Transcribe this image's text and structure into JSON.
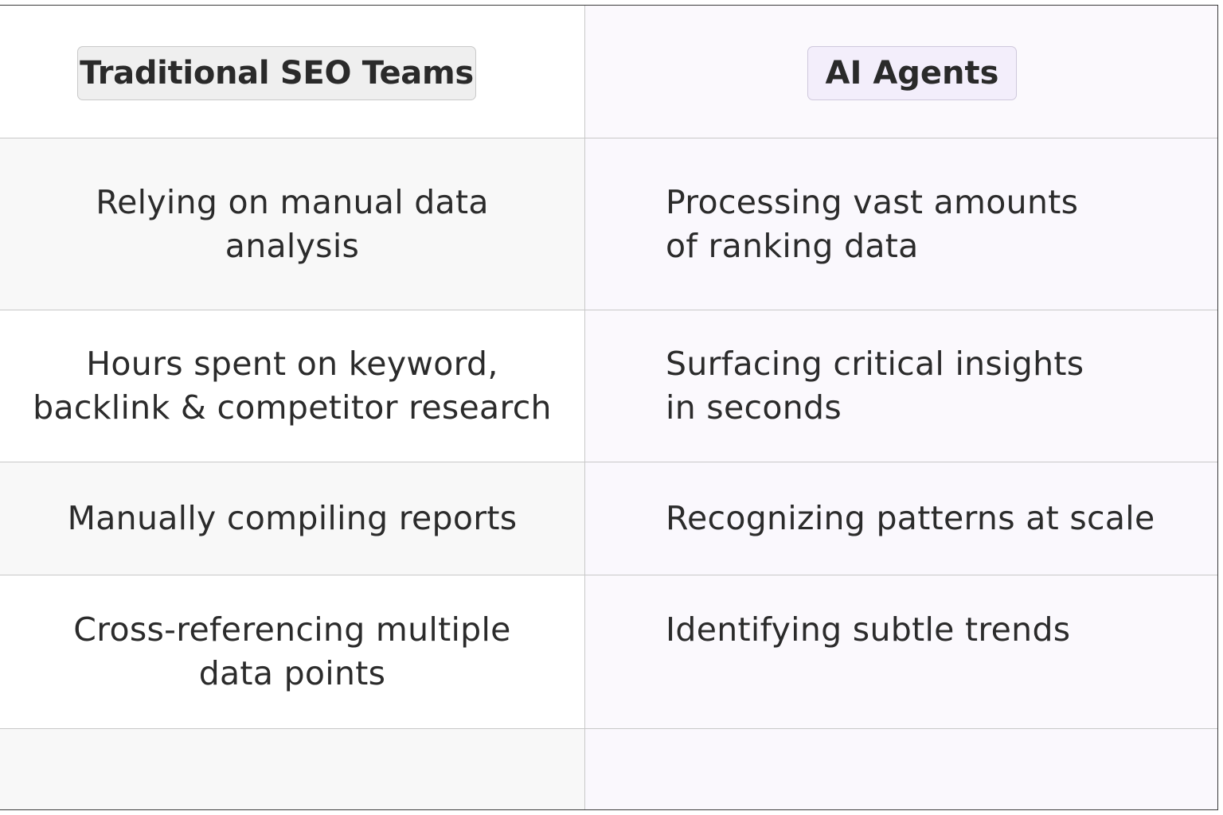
{
  "headers": {
    "left": "Traditional SEO Teams",
    "right": "AI Agents"
  },
  "rows": [
    {
      "left": "Relying on manual data\nanalysis",
      "right": "Processing vast amounts\nof ranking data"
    },
    {
      "left": "Hours spent on keyword,\nbacklink & competitor research",
      "right": "Surfacing critical insights\nin seconds"
    },
    {
      "left": "Manually compiling reports",
      "right": "Recognizing patterns at scale"
    },
    {
      "left": "Cross-referencing multiple\ndata points",
      "right": "Identifying subtle trends"
    },
    {
      "left": "",
      "right": ""
    }
  ],
  "colors": {
    "left_header_bg": "#efefef",
    "right_header_bg": "#f3eefb",
    "right_column_bg": "#fbf9fd",
    "shaded_row_bg": "#f8f8f8",
    "text": "#2b2b2b",
    "grid_line": "#c8c8c8"
  }
}
